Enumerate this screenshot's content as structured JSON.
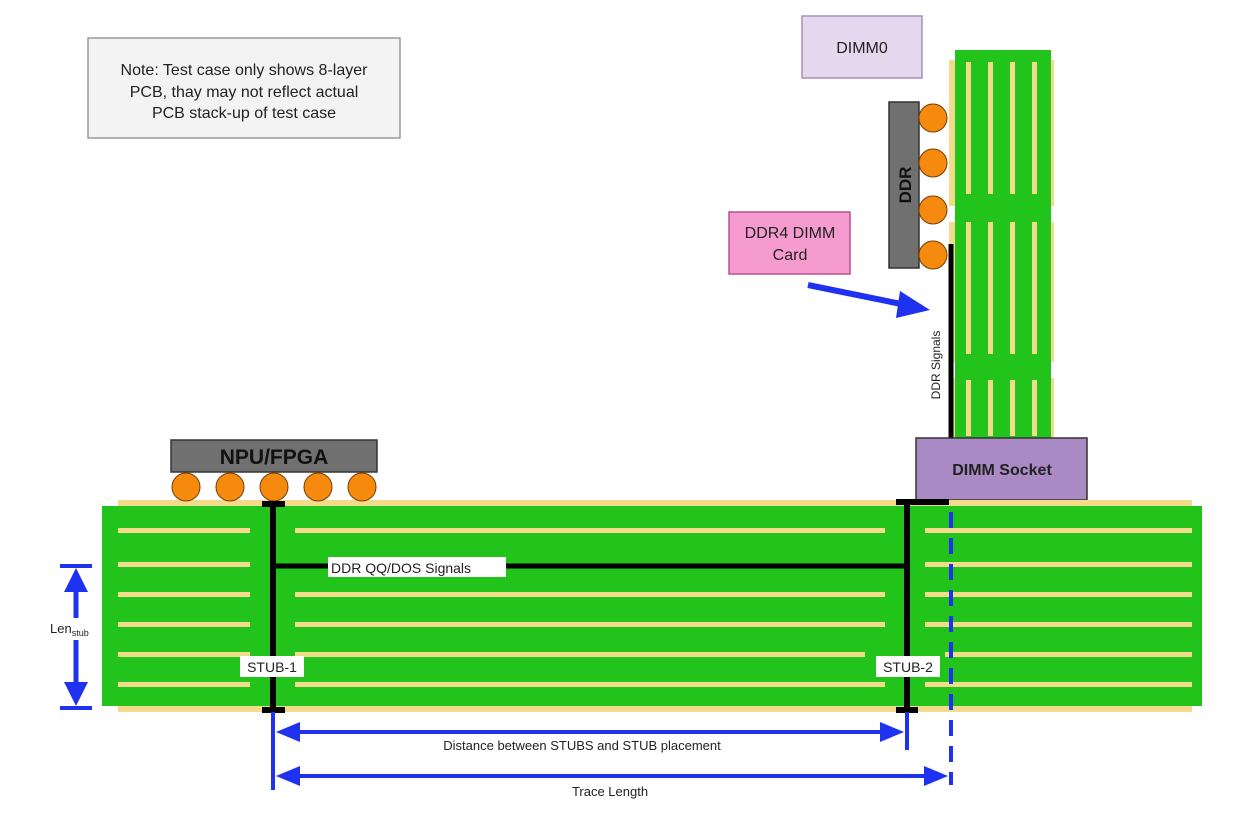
{
  "note": {
    "line1": "Note: Test case only shows 8-layer",
    "line2": "PCB, thay may not reflect actual",
    "line3": "PCB stack-up of test case"
  },
  "labels": {
    "dimm0": "DIMM0",
    "ddr_chip": "DDR",
    "ddr4_card_line1": "DDR4 DIMM",
    "ddr4_card_line2": "Card",
    "ddr_signals": "DDR Signals",
    "dimm_socket": "DIMM Socket",
    "npu_fpga": "NPU/FPGA",
    "dq_signals": "DDR QQ/DOS Signals",
    "stub1": "STUB-1",
    "stub2": "STUB-2",
    "len_stub_main": "Len",
    "len_stub_sub": "stub",
    "distance_stubs": "Distance between STUBS and STUB placement",
    "trace_length": "Trace Length"
  },
  "colors": {
    "pcb_green": "#22c41c",
    "trace_yellow": "#f2dc8c",
    "via_orange": "#f58a0e",
    "chip_gray": "#707070",
    "socket_purple": "#a98ac4",
    "dimm0_lavender": "#e4d7ee",
    "ddr4_pink": "#f59bd0",
    "dimension_blue": "#1f32f0"
  }
}
